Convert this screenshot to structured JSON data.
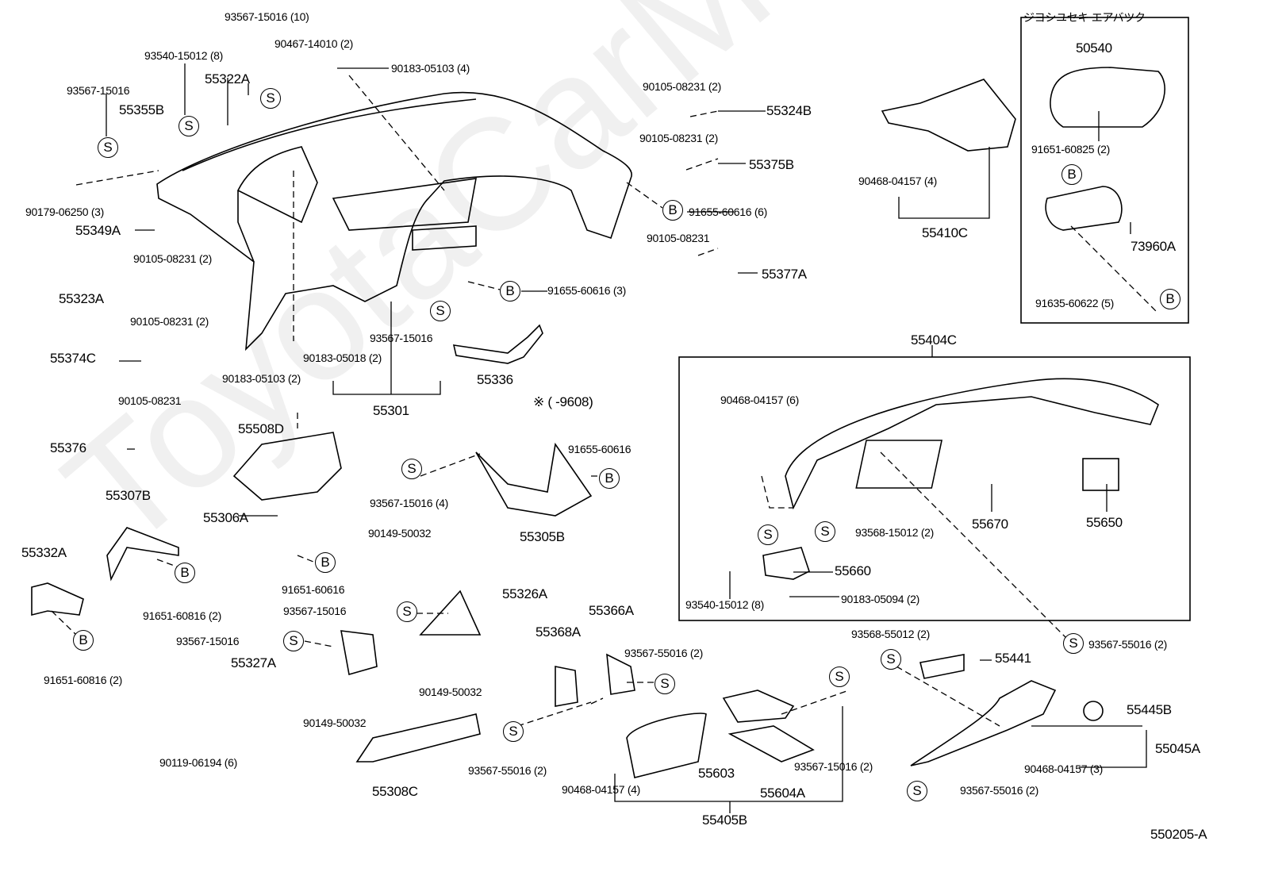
{
  "diagram_id": "550205-A",
  "watermark": "ToyotaCarMiner.ru",
  "colors": {
    "ink": "#000000",
    "background": "#ffffff"
  },
  "markers": {
    "s": "S",
    "b": "B"
  },
  "labels": [
    "93567-15016 (10)",
    "90467-14010 (2)",
    "90183-05103 (4)",
    "93540-15012 (8)",
    "55322A",
    "93567-15016",
    "55355B",
    "90179-06250 (3)",
    "55349A",
    "90105-08231 (2)",
    "55323A",
    "90105-08231 (2)",
    "55374C",
    "90183-05018 (2)",
    "90183-05103 (2)",
    "93567-15016",
    "55336",
    "55301",
    "※ (        -9608)",
    "90105-08231 (2)",
    "55324B",
    "90105-08231 (2)",
    "55375B",
    "91655-60616 (6)",
    "90105-08231",
    "55377A",
    "91655-60616 (3)",
    "90468-04157 (4)",
    "55410C",
    "ジヨシユセキ エアバツク",
    "50540",
    "91651-60825 (2)",
    "73960A",
    "91635-60622 (5)",
    "55404C",
    "90468-04157 (6)",
    "55670",
    "55650",
    "93568-15012 (2)",
    "55660",
    "93540-15012 (8)",
    "90183-05094 (2)",
    "93567-55016 (2)",
    "90105-08231",
    "55376",
    "55508D",
    "55306A",
    "90149-50032",
    "91651-60616",
    "91655-60616",
    "93567-15016 (4)",
    "55305B",
    "55307B",
    "55332A",
    "91651-60816 (2)",
    "91651-60816 (2)",
    "93567-15016",
    "55326A",
    "93567-15016",
    "55327A",
    "90149-50032",
    "90149-50032",
    "55366A",
    "55368A",
    "93567-55016 (2)",
    "90119-06194 (6)",
    "55308C",
    "93567-55016 (2)",
    "90468-04157 (4)",
    "55603",
    "55604A",
    "93567-15016 (2)",
    "55405B",
    "93568-55012 (2)",
    "55441",
    "55445B",
    "55045A",
    "90468-04157 (3)",
    "93567-55016 (2)",
    "550205-A"
  ]
}
